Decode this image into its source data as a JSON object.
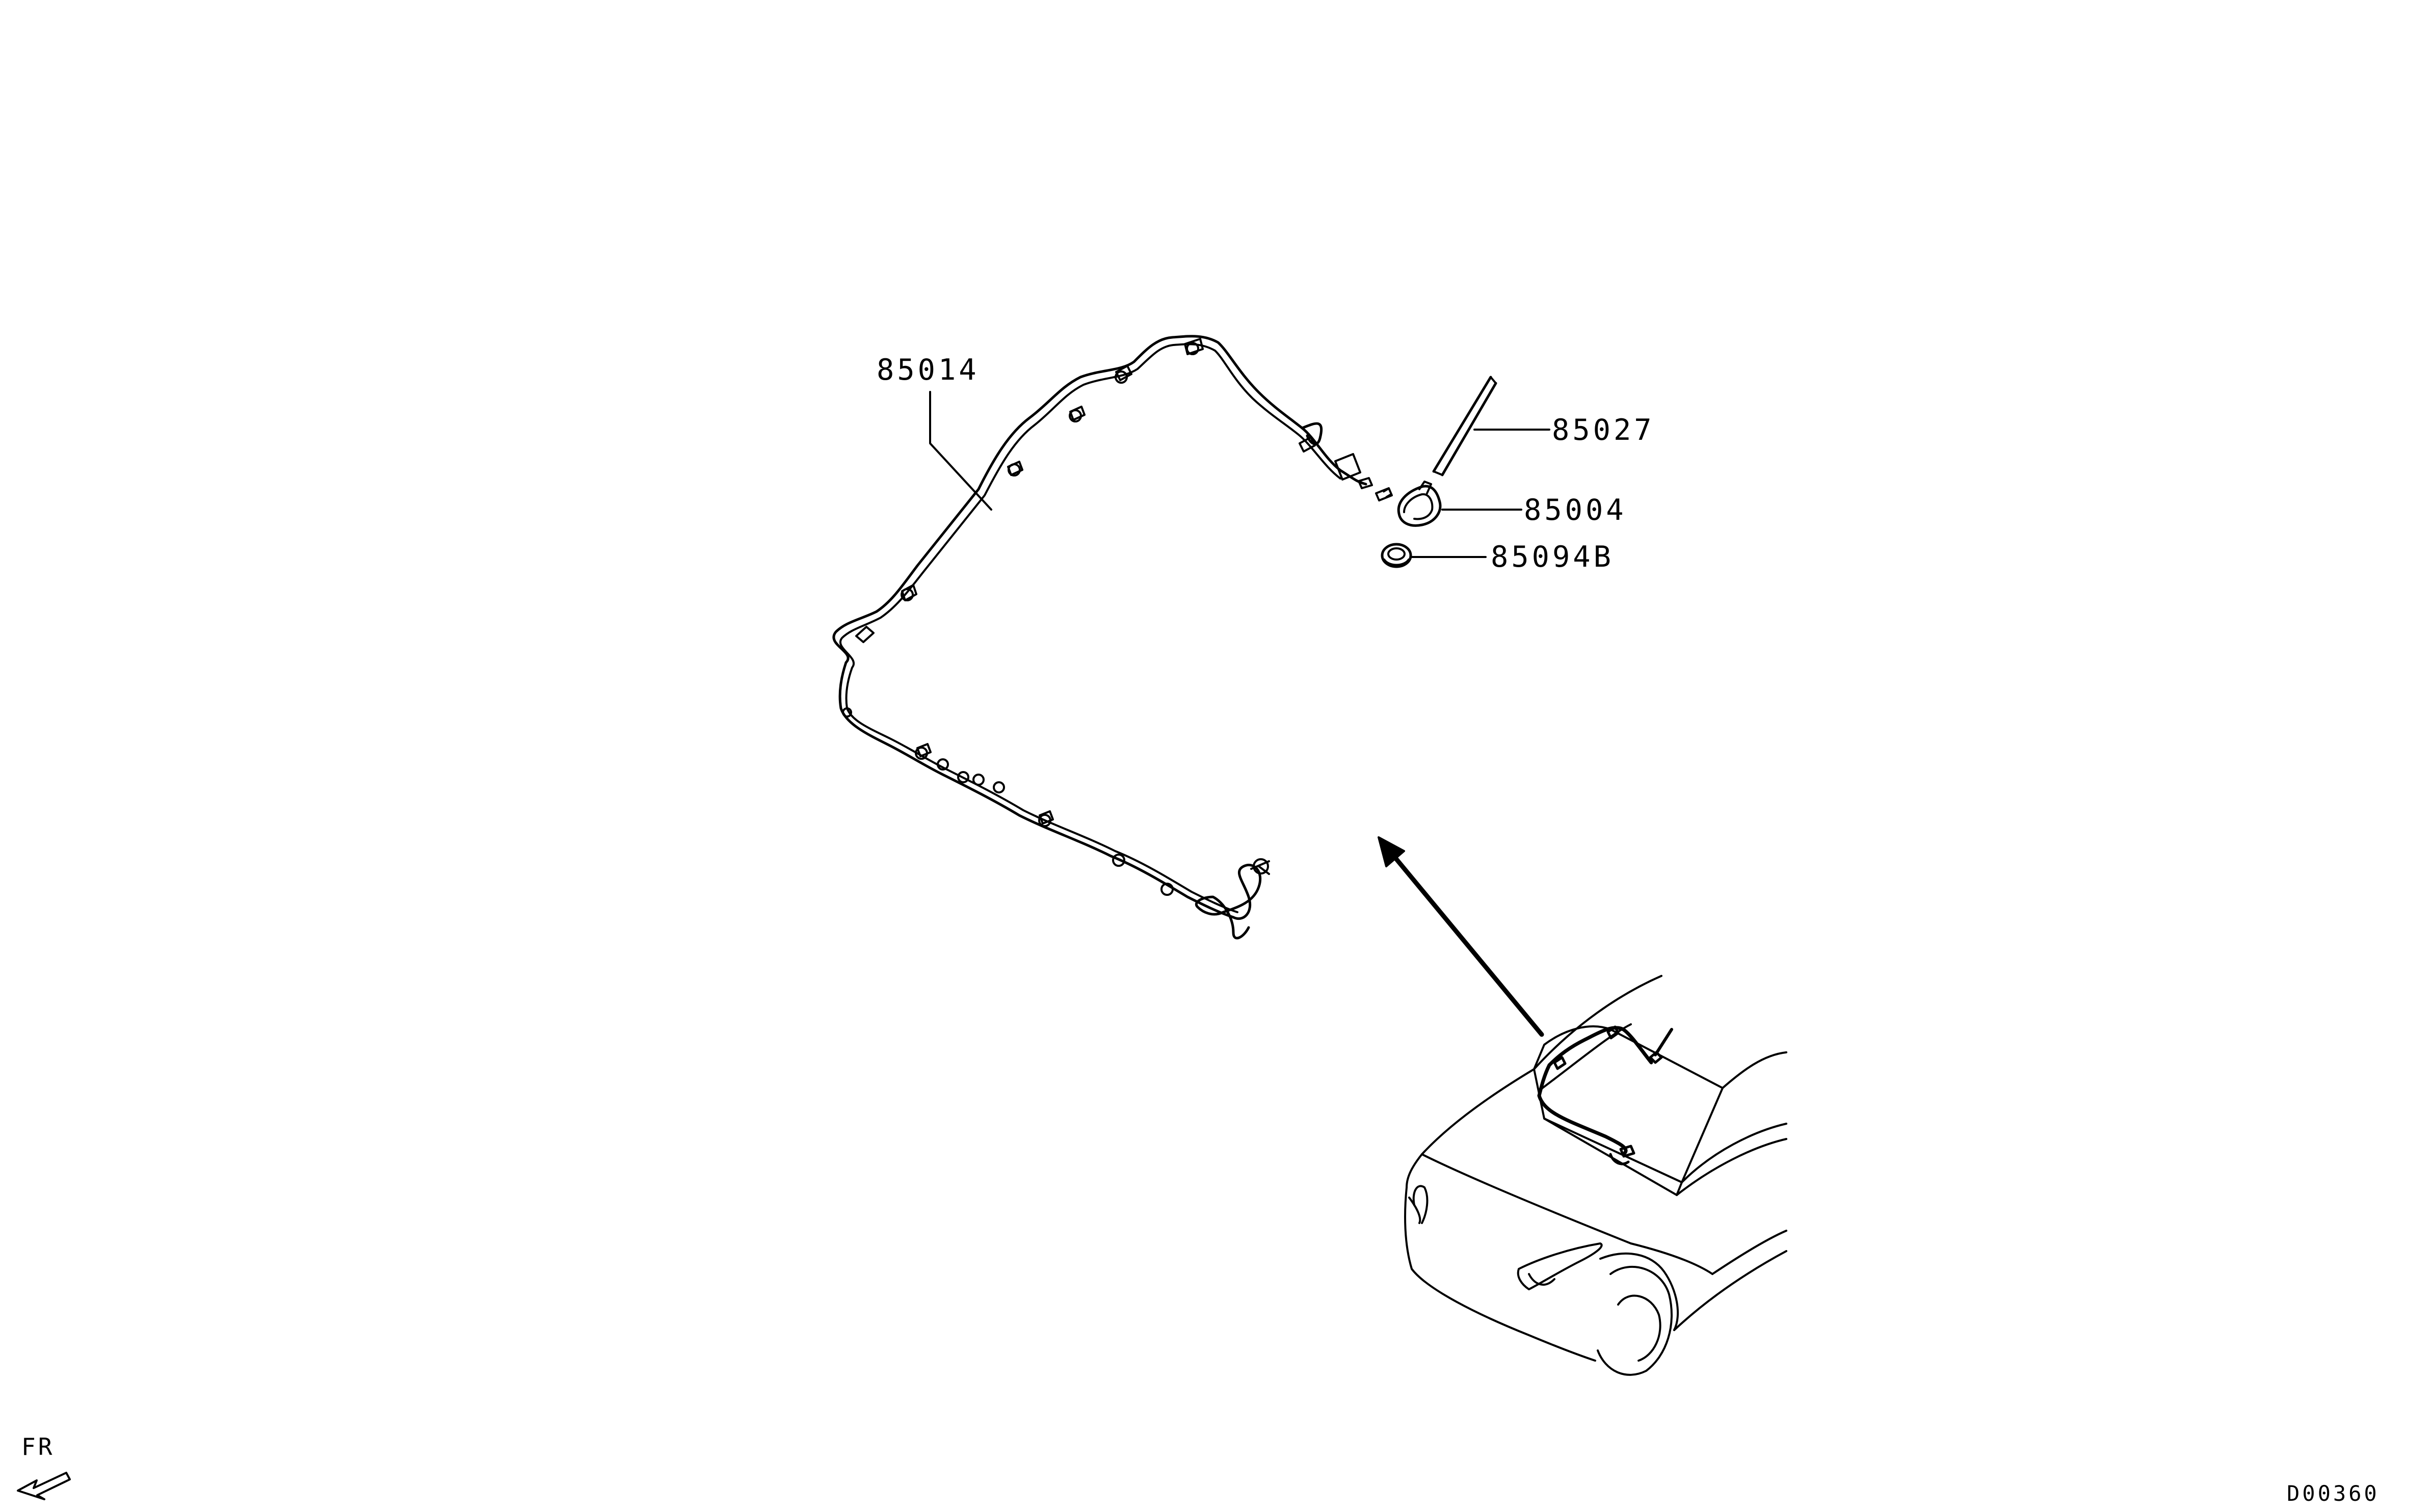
{
  "callouts": {
    "harness": "85014",
    "antenna_rod": "85027",
    "antenna_base": "85004",
    "grommet": "85094B"
  },
  "orientation": {
    "label": "FR"
  },
  "diagram_code": "D00360",
  "colors": {
    "ink": "#000000",
    "background": "#ffffff"
  }
}
